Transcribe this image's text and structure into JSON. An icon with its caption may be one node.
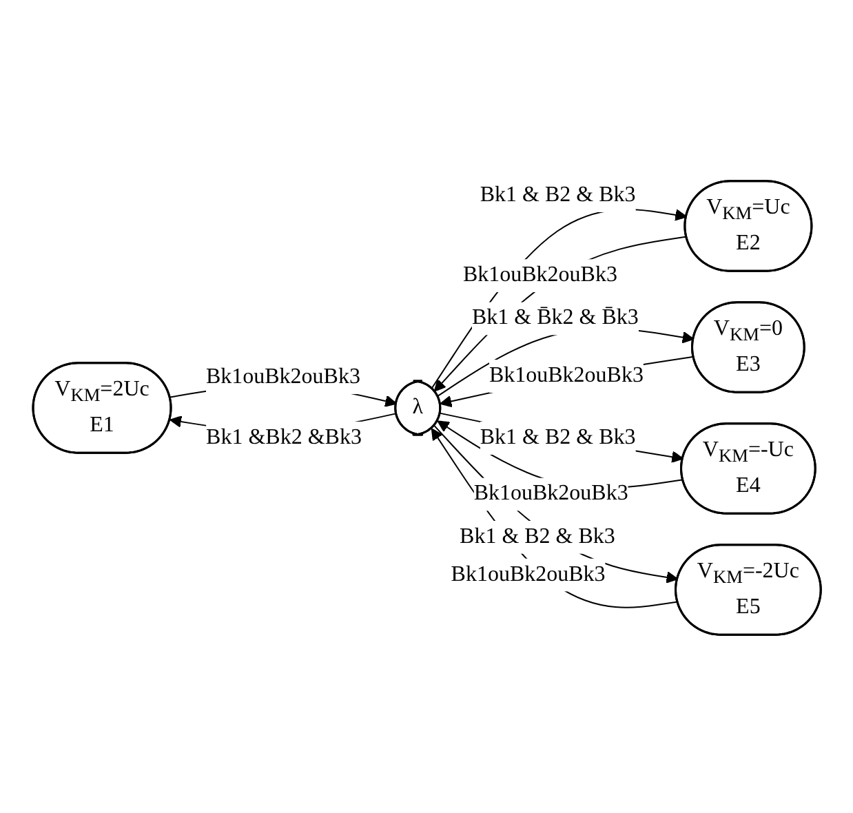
{
  "diagram": {
    "nodes": [
      {
        "text": [
          "V$_{KM}$=2Uc",
          "E1"
        ]
      },
      {
        "text": [
          "V$_{KM}$=Uc",
          "E2"
        ]
      },
      {
        "text": [
          "V$_{KM}$=0",
          "E3"
        ]
      },
      {
        "text": [
          "V$_{KM}$=-Uc",
          "E4"
        ]
      },
      {
        "text": [
          "V$_{KM}$=-2Uc",
          "E5"
        ]
      },
      {
        "text": [
          "λ"
        ]
      }
    ],
    "edges": [
      {
        "from": 5,
        "to": 0,
        "arrow": "to",
        "label": "Bk1 &Bk2 &Bk3"
      },
      {
        "from": 0,
        "to": 5,
        "arrow": "to",
        "label": "Bk1ouBk2ouBk3"
      },
      {
        "from": 5,
        "to": 1,
        "arrow": "to",
        "label": "Bk1 & B2 & Bk3"
      },
      {
        "from": 1,
        "to": 5,
        "arrow": "to",
        "label": "Bk1ouBk2ouBk3"
      },
      {
        "from": 5,
        "to": 2,
        "arrow": "to",
        "label": "Bk1 & B̄k2 & B̄k3"
      },
      {
        "from": 2,
        "to": 5,
        "arrow": "to",
        "label": "Bk1ouBk2ouBk3"
      },
      {
        "from": 5,
        "to": 3,
        "arrow": "to",
        "label": "Bk1 & B2 & Bk3"
      },
      {
        "from": 3,
        "to": 5,
        "arrow": "to",
        "label": "Bk1ouBk2ouBk3"
      },
      {
        "from": 5,
        "to": 4,
        "arrow": "to",
        "label": "Bk1 & B2 & Bk3"
      },
      {
        "from": 4,
        "to": 5,
        "arrow": "to",
        "label": "Bk1ouBk2ouBk3"
      }
    ]
  }
}
